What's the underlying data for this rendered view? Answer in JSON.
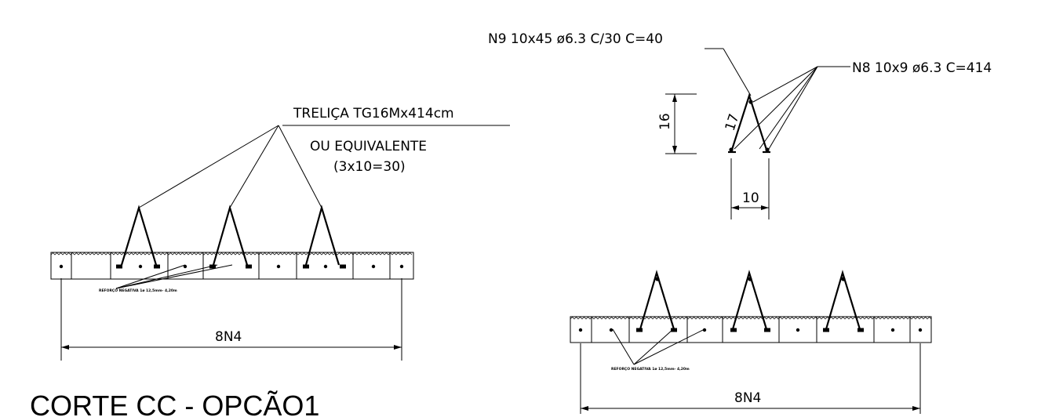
{
  "labels": {
    "trelica": "TRELIÇA TG16Mx414cm",
    "equivalente": "OU EQUIVALENTE",
    "spacing": "(3x10=30)",
    "n9": "N9 10x45 ø6.3 C/30 C=40",
    "n8": "N8 10x9 ø6.3 C=414",
    "dim_height": "16",
    "dim_diag": "17",
    "dim_width": "10",
    "n4_left": "8N4",
    "n4_right": "8N4",
    "reforco_left": "REFORÇO NEGATIVA 1ø 12,5mm- 4,20m",
    "reforco_right": "REFORÇO NEGATIVA 1ø 12,5mm- 4,20m",
    "title": "CORTE CC - OPCÃO1"
  }
}
